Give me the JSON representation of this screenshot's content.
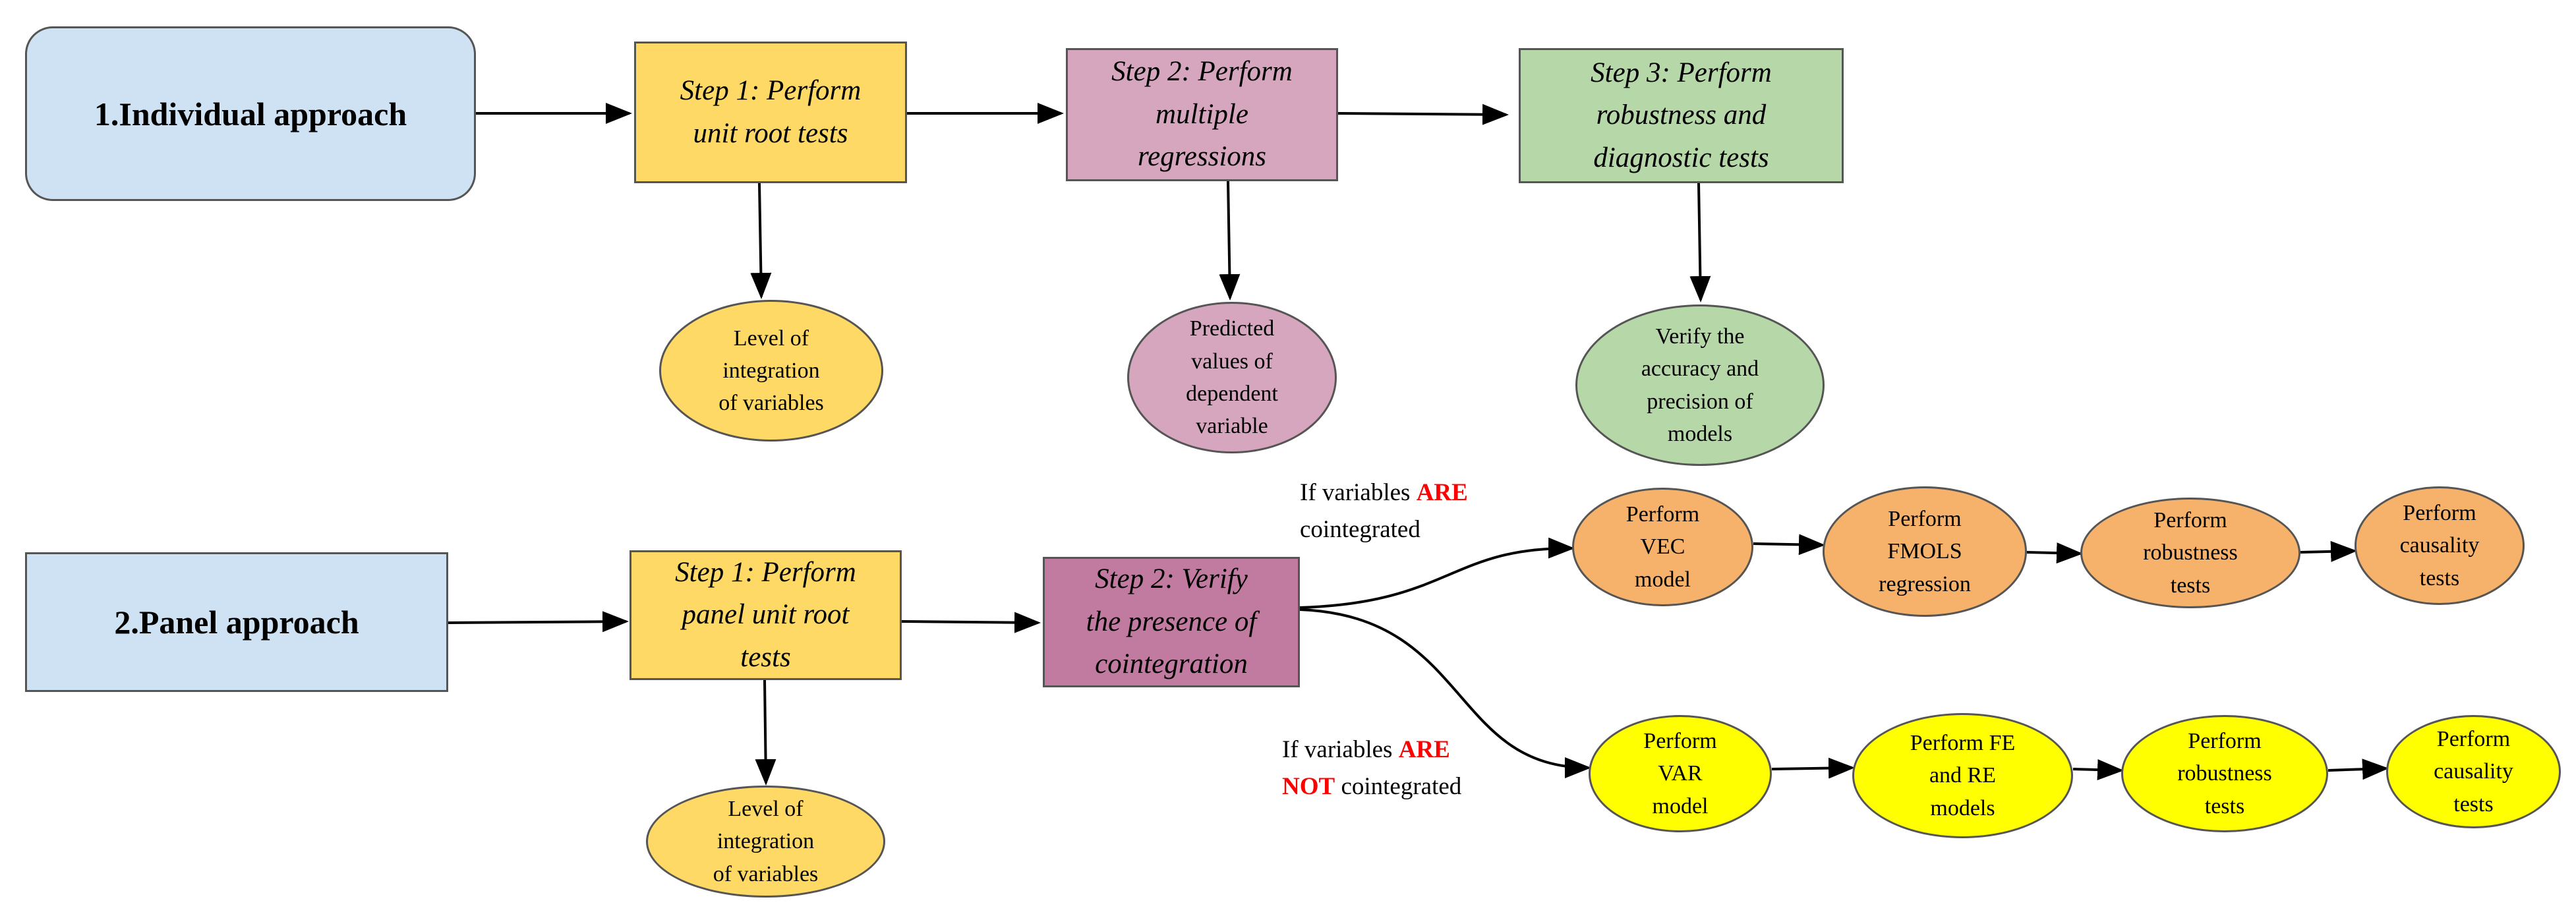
{
  "individual": {
    "title": "1.Individual approach",
    "step1": "Step 1: Perform\nunit root tests",
    "step2": "Step 2: Perform\nmultiple\nregressions",
    "step3": "Step 3: Perform\nrobustness and\ndiagnostic tests",
    "out1": "Level of\nintegration\nof variables",
    "out2": "Predicted\nvalues of\ndependent\nvariable",
    "out3": "Verify the\naccuracy and\nprecision of\nmodels"
  },
  "panel": {
    "title": "2.Panel approach",
    "step1": "Step 1: Perform\npanel unit root\ntests",
    "step2": "Step 2: Verify\nthe presence of\ncointegration",
    "out1": "Level of\nintegration\nof variables",
    "cond_are": {
      "prefix": "If variables ",
      "highlight": "ARE",
      "suffix": "cointegrated"
    },
    "cond_not": {
      "prefix": "If variables ",
      "highlight1": "ARE",
      "highlight2": "NOT",
      "suffix": " cointegrated"
    },
    "are_steps": [
      "Perform\nVEC\nmodel",
      "Perform\nFMOLS\nregression",
      "Perform\nrobustness\ntests",
      "Perform\ncausality\ntests"
    ],
    "not_steps": [
      "Perform\nVAR\nmodel",
      "Perform FE\nand RE\nmodels",
      "Perform\nrobustness\ntests",
      "Perform\ncausality\ntests"
    ]
  },
  "colors": {
    "approach_fill": "#cfe2f3",
    "step1_fill": "#ffd966",
    "ind_step2_fill": "#d5a6bd",
    "ind_step3_fill": "#b6d7a8",
    "panel_step2_fill": "#c27ba0",
    "are_path_fill": "#f6b26b",
    "not_path_fill": "#ffff00",
    "highlight_text": "#ff0000"
  }
}
